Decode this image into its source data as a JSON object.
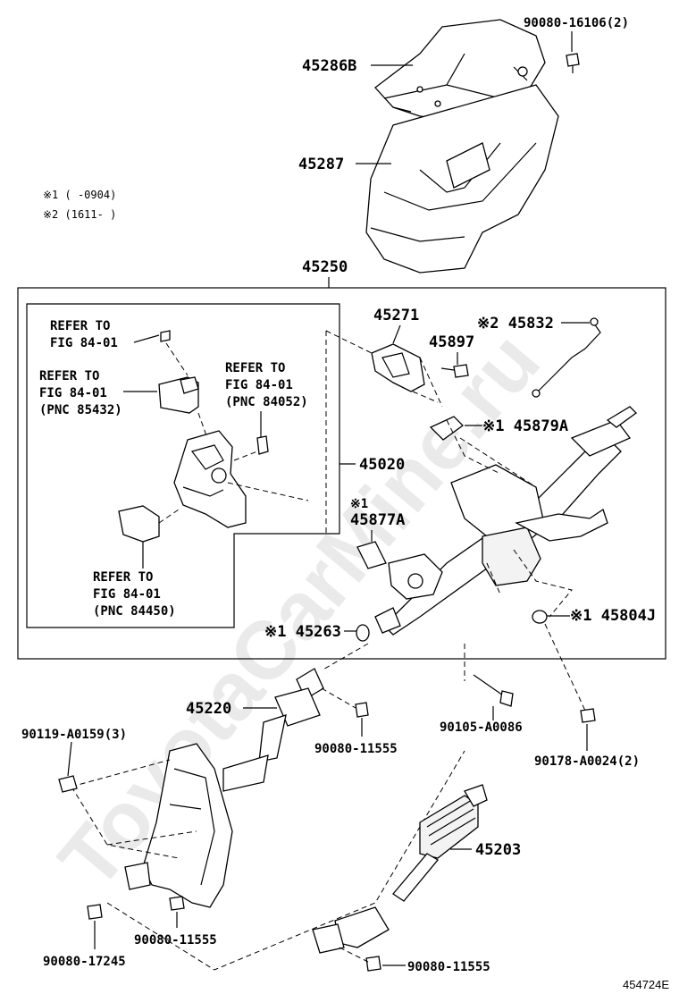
{
  "watermark": "ToyotaCarMine.ru",
  "notes": {
    "note1": "※1 (      -0904)",
    "note2": "※2 (1611-      )"
  },
  "labels": {
    "p_90080_16106": "90080-16106(2)",
    "p_45286B": "45286B",
    "p_45287": "45287",
    "p_45250": "45250",
    "p_45271": "45271",
    "p_45897": "45897",
    "p_45832": "※2 45832",
    "p_45879A": "※1 45879A",
    "p_45020": "45020",
    "p_45877A_mark": "※1",
    "p_45877A": "45877A",
    "p_45263": "※1 45263",
    "p_45804J": "※1 45804J",
    "p_45220": "45220",
    "p_90119": "90119-A0159(3)",
    "p_90080_11555_a": "90080-11555",
    "p_90105": "90105-A0086",
    "p_90178": "90178-A0024(2)",
    "p_45203": "45203",
    "p_90080_11555_b": "90080-11555",
    "p_90080_17245": "90080-17245",
    "p_90080_11555_c": "90080-11555"
  },
  "references": {
    "ref1_line1": "REFER TO",
    "ref1_line2": "FIG 84-01",
    "ref2_line1": "REFER TO",
    "ref2_line2": "FIG 84-01",
    "ref2_line3": "(PNC 85432)",
    "ref3_line1": "REFER TO",
    "ref3_line2": "FIG 84-01",
    "ref3_line3": "(PNC 84052)",
    "ref4_line1": "REFER TO",
    "ref4_line2": "FIG 84-01",
    "ref4_line3": "(PNC 84450)"
  },
  "illustration_code": "454724E"
}
